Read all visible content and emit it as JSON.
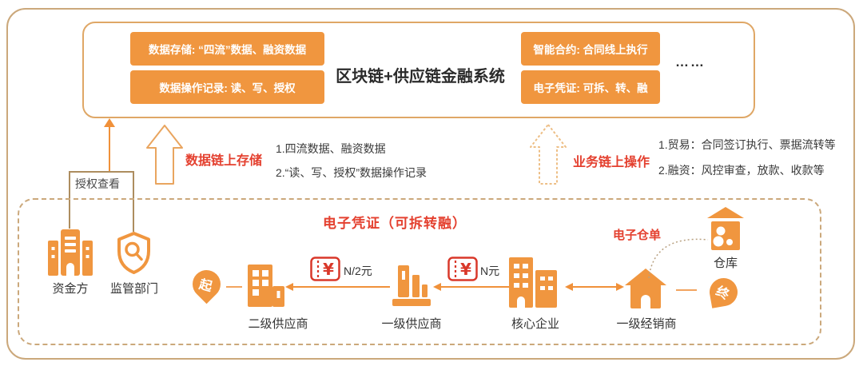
{
  "colors": {
    "orange": "#F0963F",
    "line_orange": "#F0913A",
    "red_text": "#E4402F",
    "ticket_red": "#D9382A",
    "tan_border": "#CBA87B"
  },
  "top_box": {
    "title": "区块链+供应链金融系统",
    "left_chips": [
      "数据存储: “四流”数据、融资数据",
      "数据操作记录: 读、写、授权"
    ],
    "right_chips": [
      "智能合约: 合同线上执行",
      "电子凭证: 可拆、转、融"
    ],
    "ellipsis": "……"
  },
  "middle": {
    "authorize_view_label": "授权查看",
    "left_arrow_label": "数据链上存储",
    "left_notes": [
      "1.四流数据、融资数据",
      "2.“读、写、授权”数据操作记录"
    ],
    "right_arrow_label": "业务链上操作",
    "right_notes": [
      "1.贸易：合同签订执行、票据流转等",
      "2.融资：风控审查，放款、收款等"
    ]
  },
  "bottom_box": {
    "title": "电子凭证（可拆转融）",
    "warehouse_receipt_label": "电子仓单",
    "start_marker": "起",
    "end_marker": "终",
    "tickets": [
      {
        "label": "N/2元"
      },
      {
        "label": "N元"
      }
    ],
    "entities": [
      {
        "name": "资金方"
      },
      {
        "name": "监管部门"
      },
      {
        "name": "二级供应商"
      },
      {
        "name": "一级供应商"
      },
      {
        "name": "核心企业"
      },
      {
        "name": "一级经销商"
      },
      {
        "name": "仓库"
      }
    ]
  }
}
